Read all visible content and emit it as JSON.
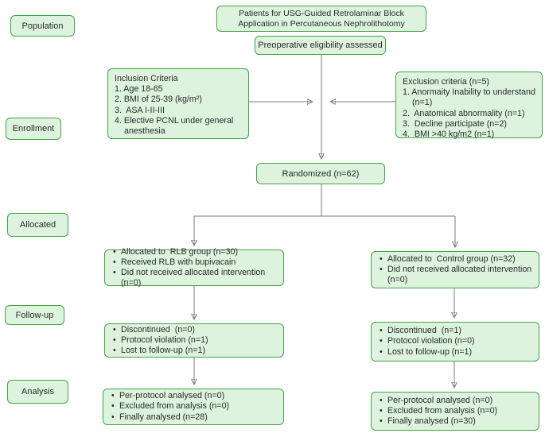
{
  "colors": {
    "box_fill": "#ddf3de",
    "box_border": "#44a248",
    "connector_line": "#7b7b7b",
    "arrowhead": "#3a3a3a",
    "text": "#2a2a2a"
  },
  "stages": [
    "Population",
    "Enrollment",
    "Allocated",
    "Follow-up",
    "Analysis"
  ],
  "flow": {
    "title": "Patients for USG-Guided Retrolaminar Block Application in Percutaneous Nephrolithotomy",
    "eligibility": "Preoperative eligibility assessed",
    "inclusion": {
      "heading": "Inclusion Criteria",
      "items": [
        "1. Age 18-65",
        "2. BMI of 25-39 (kg/m²)",
        "3.  ASA I-II-III",
        "4. Elective PCNL under general anesthesia"
      ]
    },
    "exclusion": {
      "heading": "Exclusion criteria (n=5)",
      "items": [
        "1. Anormaity Inability to understand (n=1)",
        "2.  Anatomical abnormality (n=1)",
        "3.  Decline participate (n=2)",
        "4.  BMI >40 kg/m2 (n=1)"
      ]
    },
    "randomized": "Randomized (n=62)",
    "rlb_group": {
      "allocation": [
        "Allocated to  RLB group (n=30)",
        "Received RLB with bupivacain",
        "Did not received allocated intervention (n=0)"
      ],
      "followup": [
        "Discontinued  (n=0)",
        "Protocol violation (n=1)",
        "Lost to follow-up (n=1)"
      ],
      "analysis": [
        "Per-protocol analysed (n=0)",
        "Excluded from analysis (n=0)",
        "Finally analysed (n=28)"
      ]
    },
    "control_group": {
      "allocation": [
        "Allocated to  Control group (n=32)",
        "Did not received allocated intervention (n=0)"
      ],
      "followup": [
        "Discontinued  (n=1)",
        "Protocol violation (n=0)",
        "Lost to follow-up (n=1)"
      ],
      "analysis": [
        "Per-protocol analysed (n=0)",
        "Excluded from analysis (n=0)",
        "Finally analysed (n=30)"
      ]
    }
  }
}
